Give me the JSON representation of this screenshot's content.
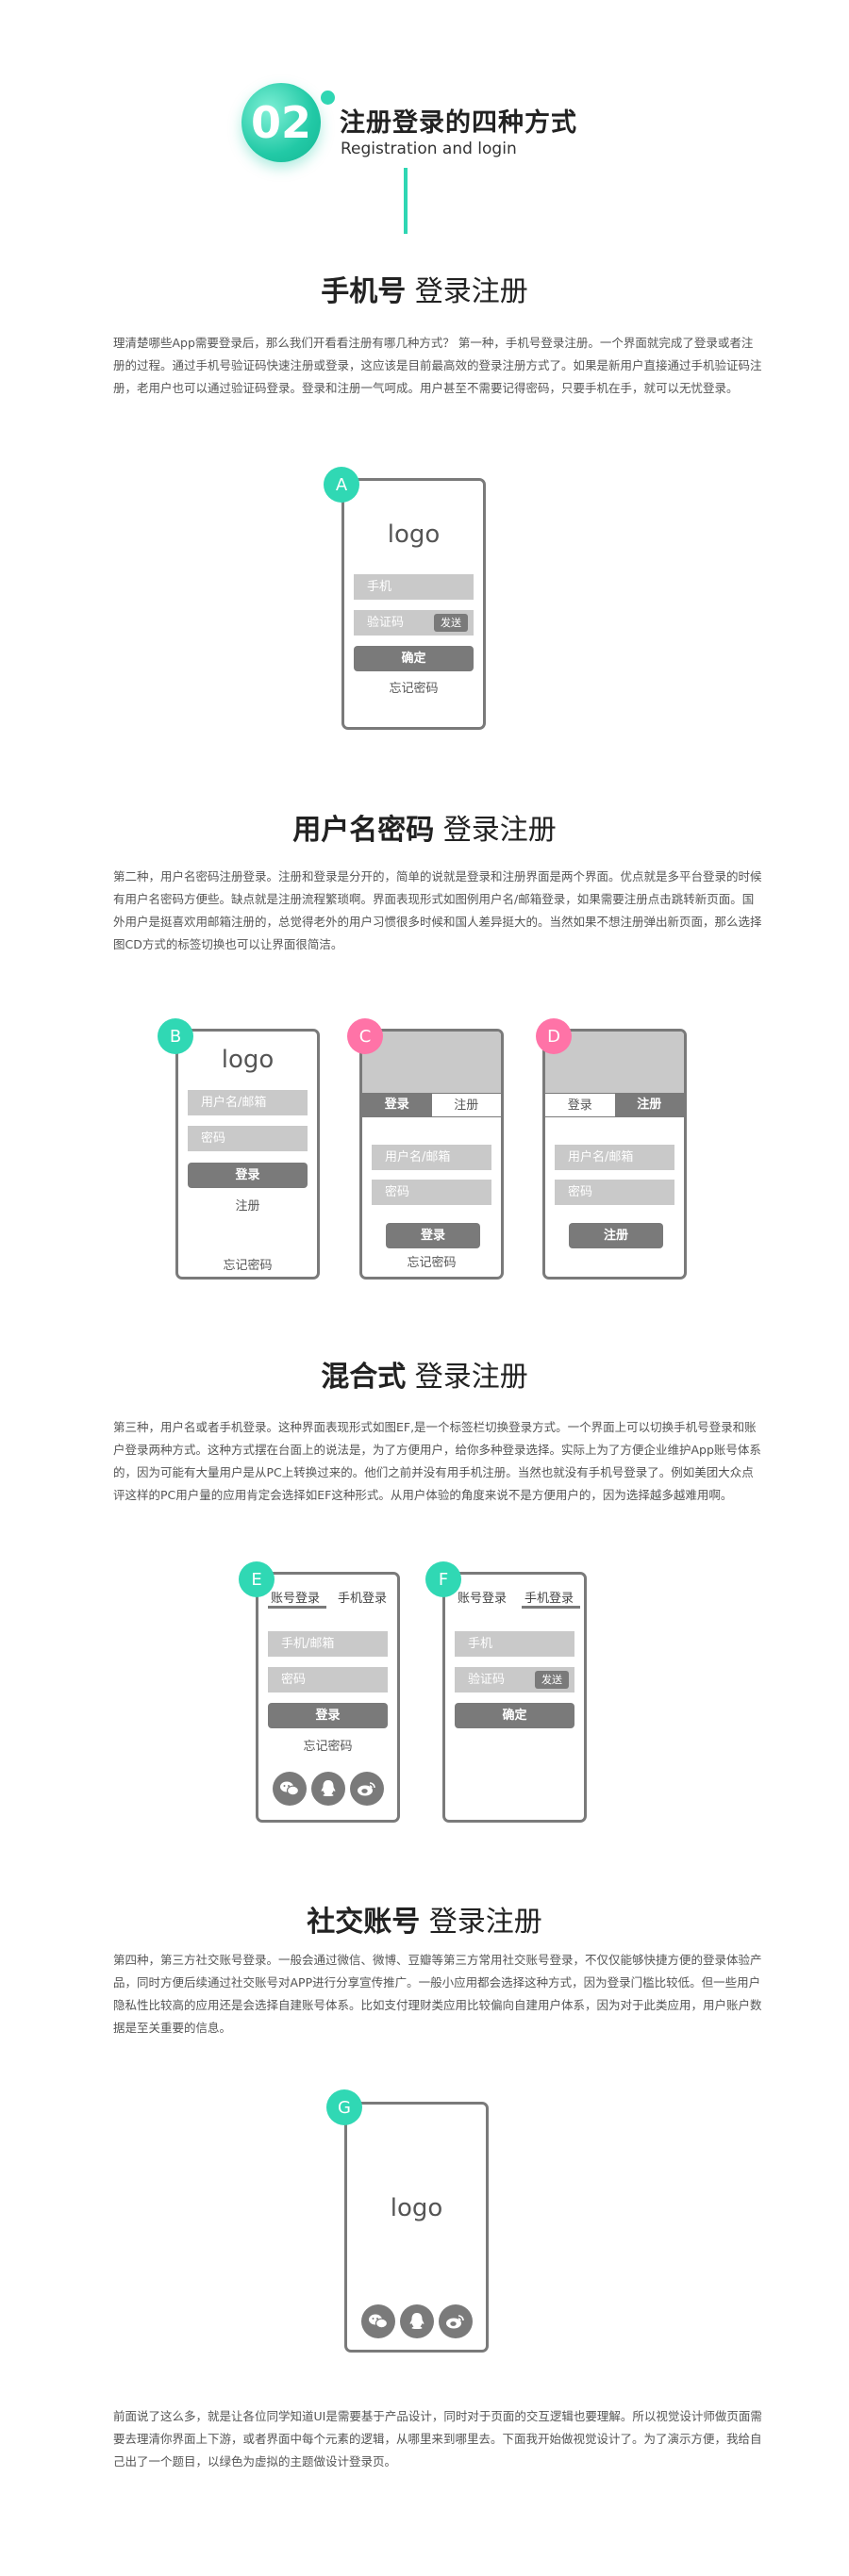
{
  "header": {
    "number": "02",
    "title": "注册登录的四种方式",
    "subtitle": "Registration and login"
  },
  "sections": {
    "s1": {
      "title_hl": "手机号",
      "title_rest": "登录注册",
      "paragraph": "理清楚哪些App需要登录后，那么我们开看看注册有哪几种方式？ 第一种，手机号登录注册。一个界面就完成了登录或者注册的过程。通过手机号验证码快速注册或登录，这应该是目前最高效的登录注册方式了。如果是新用户直接通过手机验证码注册，老用户也可以通过验证码登录。登录和注册一气呵成。用户甚至不需要记得密码，只要手机在手，就可以无忧登录。"
    },
    "s2": {
      "title_hl": "用户名密码",
      "title_rest": "登录注册",
      "paragraph": "第二种，用户名密码注册登录。注册和登录是分开的，简单的说就是登录和注册界面是两个界面。优点就是多平台登录的时候有用户名密码方便些。缺点就是注册流程繁琐啊。界面表现形式如图例用户名/邮箱登录，如果需要注册点击跳转新页面。国外用户是挺喜欢用邮箱注册的，总觉得老外的用户习惯很多时候和国人差异挺大的。当然如果不想注册弹出新页面，那么选择图CD方式的标签切换也可以让界面很简洁。"
    },
    "s3": {
      "title_hl": "混合式",
      "title_rest": "登录注册",
      "paragraph": "第三种，用户名或者手机登录。这种界面表现形式如图EF,是一个标签栏切换登录方式。一个界面上可以切换手机号登录和账户登录两种方式。这种方式摆在台面上的说法是，为了方便用户，给你多种登录选择。实际上为了方便企业维护App账号体系的，因为可能有大量用户是从PC上转换过来的。他们之前并没有用手机注册。当然也就没有手机号登录了。例如美团大众点评这样的PC用户量的应用肯定会选择如EF这种形式。从用户体验的角度来说不是方便用户的，因为选择越多越难用啊。"
    },
    "s4": {
      "title_hl": "社交账号",
      "title_rest": "登录注册",
      "paragraph": "第四种，第三方社交账号登录。一般会通过微信、微博、豆瓣等第三方常用社交账号登录，不仅仅能够快捷方便的登录体验产品，同时方便后续通过社交账号对APP进行分享宣传推广。一般小应用都会选择这种方式，因为登录门槛比较低。但一些用户隐私性比较高的应用还是会选择自建账号体系。比如支付理财类应用比较偏向自建用户体系，因为对于此类应用，用户账户数据是至关重要的信息。"
    },
    "closing": "前面说了这么多，就是让各位同学知道UI是需要基于产品设计，同时对于页面的交互逻辑也要理解。所以视觉设计师做页面需要去理清你界面上下游，或者界面中每个元素的逻辑，从哪里来到哪里去。下面我开始做视觉设计了。为了演示方便，我给自己出了一个题目，以绿色为虚拟的主题做设计登录页。"
  },
  "mockups": {
    "A": {
      "badge": "A",
      "logo": "logo",
      "phone": "手机",
      "code": "验证码",
      "send": "发送",
      "confirm": "确定",
      "forgot": "忘记密码"
    },
    "B": {
      "badge": "B",
      "logo": "logo",
      "user": "用户名/邮箱",
      "pwd": "密码",
      "login": "登录",
      "register": "注册",
      "forgot": "忘记密码"
    },
    "C": {
      "badge": "C",
      "tab_login": "登录",
      "tab_register": "注册",
      "user": "用户名/邮箱",
      "pwd": "密码",
      "login": "登录",
      "forgot": "忘记密码"
    },
    "D": {
      "badge": "D",
      "tab_login": "登录",
      "tab_register": "注册",
      "user": "用户名/邮箱",
      "pwd": "密码",
      "register": "注册"
    },
    "E": {
      "badge": "E",
      "tab_account": "账号登录",
      "tab_phone": "手机登录",
      "user": "手机/邮箱",
      "pwd": "密码",
      "login": "登录",
      "forgot": "忘记密码"
    },
    "F": {
      "badge": "F",
      "tab_account": "账号登录",
      "tab_phone": "手机登录",
      "phone": "手机",
      "code": "验证码",
      "send": "发送",
      "confirm": "确定"
    },
    "G": {
      "badge": "G",
      "logo": "logo"
    }
  },
  "icons": [
    "wechat-icon",
    "qq-icon",
    "weibo-icon"
  ],
  "colors": {
    "accent": "#2fd6b3",
    "pink": "#ff73a7",
    "gray": "#7a7a7a",
    "field": "#c9c9c9"
  }
}
